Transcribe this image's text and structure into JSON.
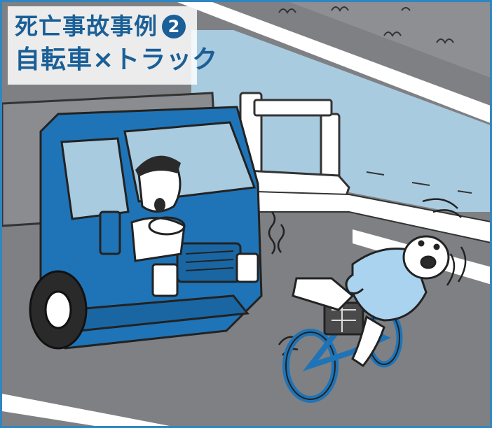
{
  "title": {
    "line1": "死亡事故事例",
    "number": "2",
    "line2": "自転車×トラック"
  },
  "colors": {
    "frame": "#2f86c2",
    "title_text": "#1a5f97",
    "truck": "#1f74b7",
    "road": "#7e8083",
    "water": "#a9cbe0",
    "bicycle": "#1f74b7",
    "shirt": "#a9d3ee"
  },
  "icons": {
    "truck": "truck-icon",
    "bicycle": "bicycle-icon",
    "driver": "driver-icon",
    "cyclist": "elderly-cyclist-icon"
  }
}
